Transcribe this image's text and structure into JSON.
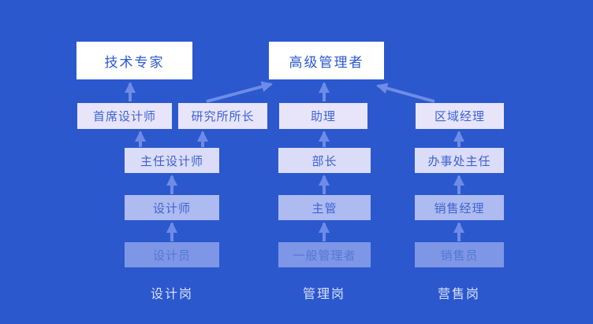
{
  "diagram": {
    "type": "org-career-path-chart",
    "rows": [
      {
        "level": 1,
        "nodes": [
          "技术专家",
          "高级管理者"
        ]
      },
      {
        "level": 2,
        "nodes": [
          "首席设计师",
          "研究所所长",
          "助理",
          "区域经理"
        ]
      },
      {
        "level": 3,
        "nodes": [
          "主任设计师",
          "部长",
          "办事处主任"
        ]
      },
      {
        "level": 4,
        "nodes": [
          "设计师",
          "主管",
          "销售经理"
        ]
      },
      {
        "level": 5,
        "nodes": [
          "设计员",
          "一般管理者",
          "销售员"
        ]
      }
    ],
    "column_labels": [
      "设计岗",
      "管理岗",
      "营售岗"
    ],
    "edges": [
      {
        "from": "设计员",
        "to": "设计师"
      },
      {
        "from": "设计师",
        "to": "主任设计师"
      },
      {
        "from": "主任设计师",
        "to": "首席设计师"
      },
      {
        "from": "主任设计师",
        "to": "研究所所长"
      },
      {
        "from": "首席设计师",
        "to": "技术专家"
      },
      {
        "from": "研究所所长",
        "to": "高级管理者"
      },
      {
        "from": "一般管理者",
        "to": "主管"
      },
      {
        "from": "主管",
        "to": "部长"
      },
      {
        "from": "部长",
        "to": "助理"
      },
      {
        "from": "助理",
        "to": "高级管理者"
      },
      {
        "from": "销售员",
        "to": "销售经理"
      },
      {
        "from": "销售经理",
        "to": "办事处主任"
      },
      {
        "from": "办事处主任",
        "to": "区域经理"
      },
      {
        "from": "区域经理",
        "to": "高级管理者"
      }
    ],
    "colors": {
      "background": "#2b58cd",
      "arrow": "#6e8ce6",
      "level1_box": "#ffffff",
      "level1_text": "#2b58cd",
      "level2_box": "#e8e5fb",
      "level3_box": "#dbdcf8",
      "level2_3_text": "#3c62d0",
      "level4_box": "#adbbf1",
      "level4_text": "#4064cf",
      "level5_box": "#7e96e6",
      "level5_text": "#5478d4",
      "column_label_text": "#d9e1f8"
    }
  }
}
